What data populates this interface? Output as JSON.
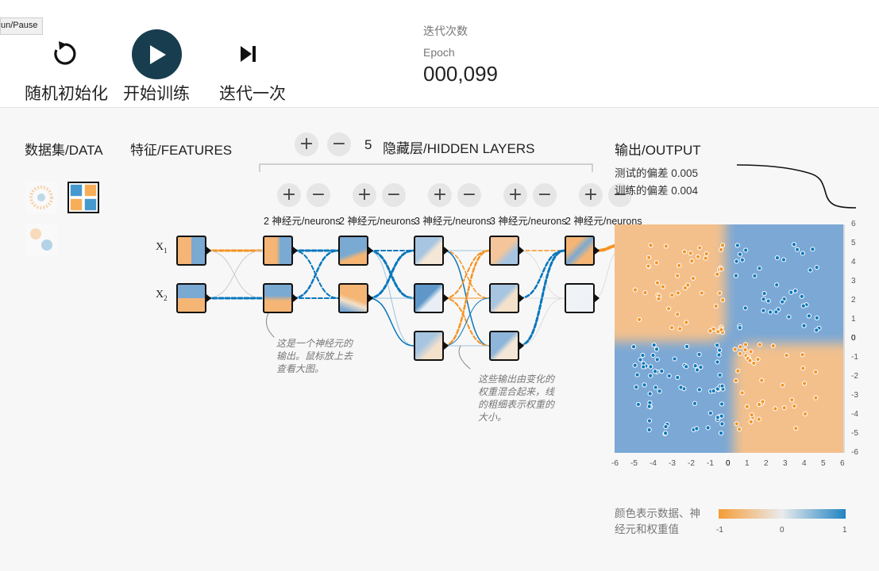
{
  "tooltip": "un/Pause",
  "controls": {
    "reset_label": "随机初始化",
    "play_label": "开始训练",
    "step_label": "迭代一次"
  },
  "epoch": {
    "label_cn": "迭代次数",
    "label_en": "Epoch",
    "value": "000,099"
  },
  "sections": {
    "data": "数据集/DATA",
    "features": "特征/FEATURES",
    "hidden_count": "5",
    "hidden": "隐藏层/HIDDEN LAYERS",
    "output": "输出/OUTPUT"
  },
  "buttons": {
    "plus": "+",
    "minus": "−"
  },
  "layers": [
    {
      "label": "2 神经元/neurons"
    },
    {
      "label": "2 神经元/neurons"
    },
    {
      "label": "3 神经元/neurons"
    },
    {
      "label": "3 神经元/neurons"
    },
    {
      "label": "2 神经元/neurons"
    }
  ],
  "features": {
    "x1": "X",
    "x1_sub": "1",
    "x2": "X",
    "x2_sub": "2"
  },
  "annotations": {
    "neuron": [
      "这是一个神经元的",
      "输出。鼠标放上去",
      "查看大图。"
    ],
    "weights": [
      "这些输出由变化的",
      "权重混合起来，线",
      "的粗细表示权重的",
      "大小。"
    ]
  },
  "loss": {
    "test": "测试的偏差 0.005",
    "train": "训练的偏差 0.004"
  },
  "axis": {
    "x_ticks": [
      "-6",
      "-5",
      "-4",
      "-3",
      "-2",
      "-1",
      "0",
      "1",
      "2",
      "3",
      "4",
      "5",
      "6"
    ],
    "y_ticks": [
      "6",
      "5",
      "4",
      "3",
      "2",
      "1",
      "0",
      "-1",
      "-2",
      "-3",
      "-4",
      "-5",
      "-6"
    ]
  },
  "legend": {
    "text1": "颜色表示数据、神",
    "text2": "经元和权重值",
    "min": "-1",
    "mid": "0",
    "max": "1"
  },
  "colors": {
    "orange": "#f59322",
    "blue": "#0877bd",
    "dark": "#183d4e"
  }
}
